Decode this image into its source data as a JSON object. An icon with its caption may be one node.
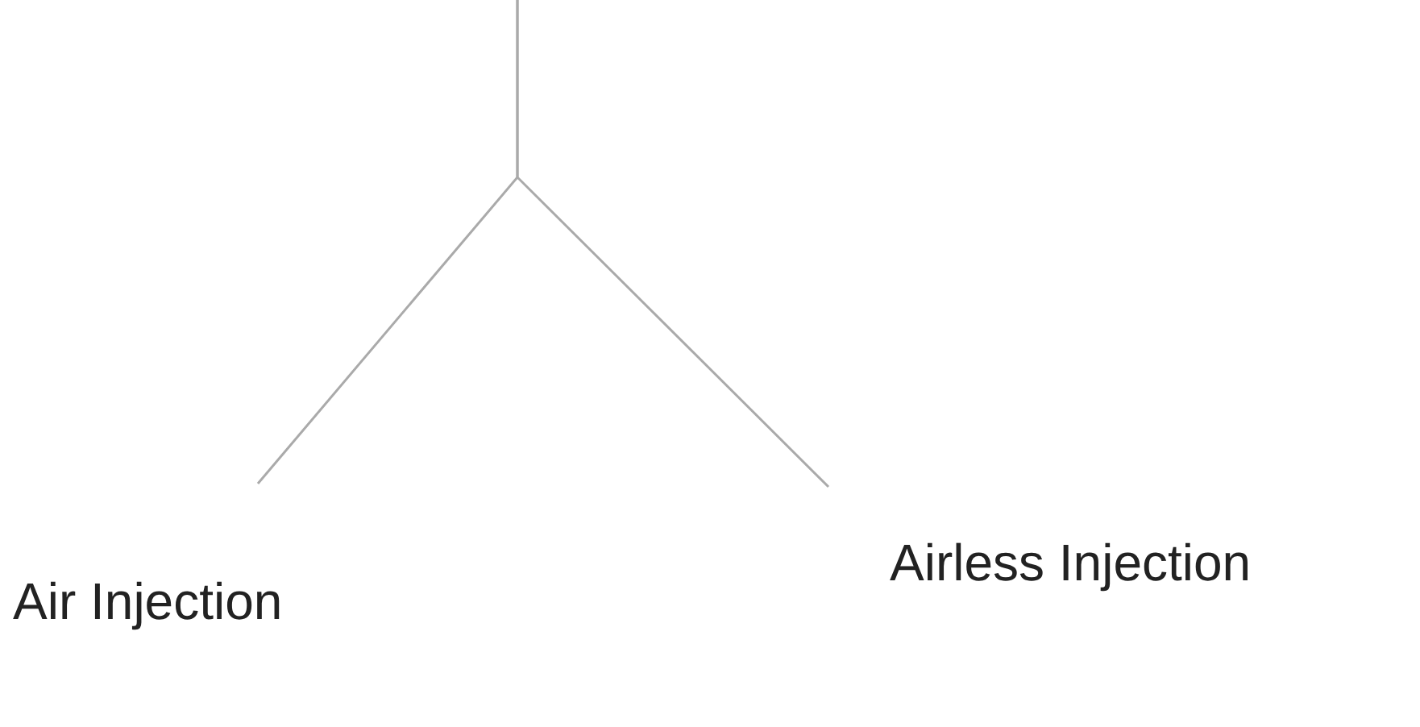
{
  "diagram": {
    "nodes": [
      {
        "text": [
          "Air Injection"
        ]
      },
      {
        "text": [
          "Airless Injection"
        ]
      }
    ],
    "edges": [
      {
        "from": null,
        "to": 0,
        "arrow": "none"
      },
      {
        "from": null,
        "to": 1,
        "arrow": "none"
      }
    ]
  }
}
